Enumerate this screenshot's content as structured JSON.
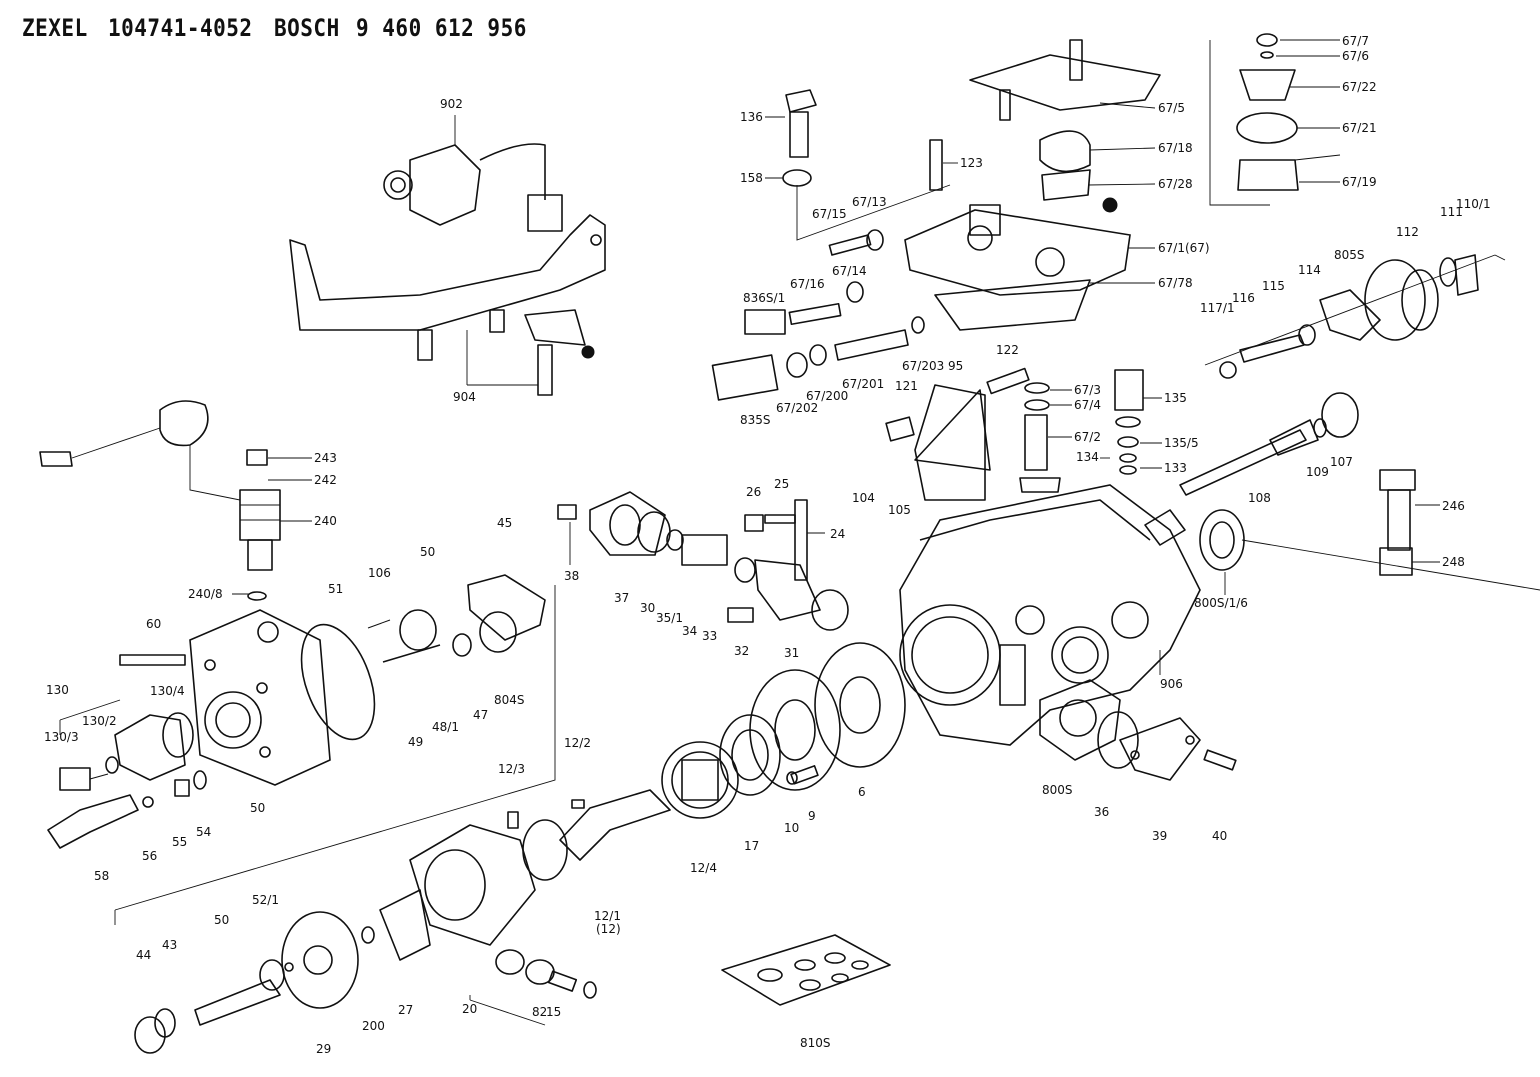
{
  "header": {
    "maker1": "ZEXEL",
    "number1": "104741-4052",
    "maker2": "BOSCH",
    "number2": "9 460 612 956"
  },
  "labels": [
    {
      "id": "l902",
      "text": "902"
    },
    {
      "id": "l904",
      "text": "904"
    },
    {
      "id": "l136",
      "text": "136"
    },
    {
      "id": "l158",
      "text": "158"
    },
    {
      "id": "l123",
      "text": "123"
    },
    {
      "id": "l67_15",
      "text": "67/15"
    },
    {
      "id": "l67_13",
      "text": "67/13"
    },
    {
      "id": "l67_14",
      "text": "67/14"
    },
    {
      "id": "l67_16",
      "text": "67/16"
    },
    {
      "id": "l836s1",
      "text": "836S/1"
    },
    {
      "id": "l835s",
      "text": "835S"
    },
    {
      "id": "l67_202",
      "text": "67/202"
    },
    {
      "id": "l67_200",
      "text": "67/200"
    },
    {
      "id": "l67_201",
      "text": "67/201"
    },
    {
      "id": "l67_203",
      "text": "67/203"
    },
    {
      "id": "l95",
      "text": "95"
    },
    {
      "id": "l122",
      "text": "122"
    },
    {
      "id": "l121",
      "text": "121"
    },
    {
      "id": "l67_7",
      "text": "67/7"
    },
    {
      "id": "l67_6",
      "text": "67/6"
    },
    {
      "id": "l67_22",
      "text": "67/22"
    },
    {
      "id": "l67_21",
      "text": "67/21"
    },
    {
      "id": "l67_19",
      "text": "67/19"
    },
    {
      "id": "l67_5",
      "text": "67/5"
    },
    {
      "id": "l67_18",
      "text": "67/18"
    },
    {
      "id": "l67_28",
      "text": "67/28"
    },
    {
      "id": "l67_1",
      "text": "67/1(67)"
    },
    {
      "id": "l67_78",
      "text": "67/78"
    },
    {
      "id": "l67_3",
      "text": "67/3"
    },
    {
      "id": "l67_4",
      "text": "67/4"
    },
    {
      "id": "l67_2",
      "text": "67/2"
    },
    {
      "id": "l135",
      "text": "135"
    },
    {
      "id": "l135_5",
      "text": "135/5"
    },
    {
      "id": "l134",
      "text": "134"
    },
    {
      "id": "l133",
      "text": "133"
    },
    {
      "id": "l112",
      "text": "112"
    },
    {
      "id": "l111",
      "text": "111"
    },
    {
      "id": "l110_1",
      "text": "110/1"
    },
    {
      "id": "l805s",
      "text": "805S"
    },
    {
      "id": "l115",
      "text": "115"
    },
    {
      "id": "l114",
      "text": "114"
    },
    {
      "id": "l117_1",
      "text": "117/1"
    },
    {
      "id": "l116",
      "text": "116"
    },
    {
      "id": "l107",
      "text": "107"
    },
    {
      "id": "l109",
      "text": "109"
    },
    {
      "id": "l108",
      "text": "108"
    },
    {
      "id": "l246",
      "text": "246"
    },
    {
      "id": "l248",
      "text": "248"
    },
    {
      "id": "l800s_1_6",
      "text": "800S/1/6"
    },
    {
      "id": "l906",
      "text": "906"
    },
    {
      "id": "l800s",
      "text": "800S"
    },
    {
      "id": "l36",
      "text": "36"
    },
    {
      "id": "l39",
      "text": "39"
    },
    {
      "id": "l40",
      "text": "40"
    },
    {
      "id": "l243",
      "text": "243"
    },
    {
      "id": "l242",
      "text": "242"
    },
    {
      "id": "l240",
      "text": "240"
    },
    {
      "id": "l240_8",
      "text": "240/8"
    },
    {
      "id": "l45",
      "text": "45"
    },
    {
      "id": "l106",
      "text": "106"
    },
    {
      "id": "l51",
      "text": "51"
    },
    {
      "id": "l50a",
      "text": "50"
    },
    {
      "id": "l60",
      "text": "60"
    },
    {
      "id": "l130",
      "text": "130"
    },
    {
      "id": "l130_4",
      "text": "130/4"
    },
    {
      "id": "l130_2",
      "text": "130/2"
    },
    {
      "id": "l130_3",
      "text": "130/3"
    },
    {
      "id": "l49",
      "text": "49"
    },
    {
      "id": "l48_1",
      "text": "48/1"
    },
    {
      "id": "l47",
      "text": "47"
    },
    {
      "id": "l804s",
      "text": "804S"
    },
    {
      "id": "l50b",
      "text": "50"
    },
    {
      "id": "l54",
      "text": "54"
    },
    {
      "id": "l55",
      "text": "55"
    },
    {
      "id": "l56",
      "text": "56"
    },
    {
      "id": "l58",
      "text": "58"
    },
    {
      "id": "l38",
      "text": "38"
    },
    {
      "id": "l37",
      "text": "37"
    },
    {
      "id": "l30",
      "text": "30"
    },
    {
      "id": "l35_1",
      "text": "35/1"
    },
    {
      "id": "l34",
      "text": "34"
    },
    {
      "id": "l33",
      "text": "33"
    },
    {
      "id": "l32",
      "text": "32"
    },
    {
      "id": "l31",
      "text": "31"
    },
    {
      "id": "l26",
      "text": "26"
    },
    {
      "id": "l25",
      "text": "25"
    },
    {
      "id": "l24",
      "text": "24"
    },
    {
      "id": "l104",
      "text": "104"
    },
    {
      "id": "l105",
      "text": "105"
    },
    {
      "id": "l12_2",
      "text": "12/2"
    },
    {
      "id": "l12_3",
      "text": "12/3"
    },
    {
      "id": "l12_4",
      "text": "12/4"
    },
    {
      "id": "l12_1",
      "text": "12/1"
    },
    {
      "id": "l12p",
      "text": "(12)"
    },
    {
      "id": "l17",
      "text": "17"
    },
    {
      "id": "l10",
      "text": "10"
    },
    {
      "id": "l9",
      "text": "9"
    },
    {
      "id": "l6",
      "text": "6"
    },
    {
      "id": "l52_1",
      "text": "52/1"
    },
    {
      "id": "l50c",
      "text": "50"
    },
    {
      "id": "l44",
      "text": "44"
    },
    {
      "id": "l43",
      "text": "43"
    },
    {
      "id": "l29",
      "text": "29"
    },
    {
      "id": "l200",
      "text": "200"
    },
    {
      "id": "l27",
      "text": "27"
    },
    {
      "id": "l20",
      "text": "20"
    },
    {
      "id": "l82",
      "text": "82"
    },
    {
      "id": "l15",
      "text": "15"
    },
    {
      "id": "l810s",
      "text": "810S"
    }
  ]
}
